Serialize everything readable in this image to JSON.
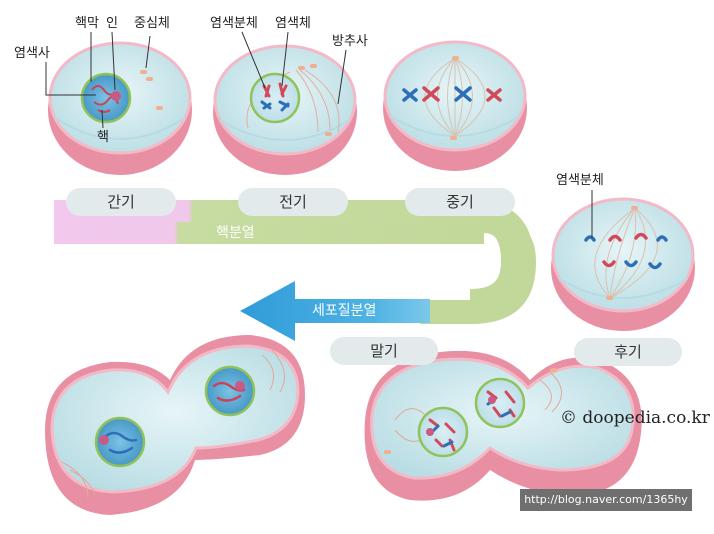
{
  "labels": {
    "nuclear_membrane": "핵막",
    "nucleolus": "인",
    "centrosome": "중심체",
    "chromatin": "염색사",
    "nucleus": "핵",
    "chromatid": "염색분체",
    "chromosome": "염색체",
    "spindle": "방추사",
    "chromatid_anaphase": "염색분체"
  },
  "phases": {
    "interphase": "간기",
    "prophase": "전기",
    "metaphase": "중기",
    "anaphase": "후기",
    "telophase": "말기"
  },
  "bands": {
    "karyokinesis": "핵분열",
    "cytokinesis": "세포질분열"
  },
  "watermark": "© doopedia.co.kr",
  "source_url": "http://blog.naver.com/1365hy",
  "colors": {
    "cytoplasm": "#cfe9ee",
    "membrane": "#e58aa0",
    "nucleus": "#4a9ec8",
    "chromosome_red": "#d24a5a",
    "chromosome_blue": "#2c6fb8",
    "band_pink": "#efc8ec",
    "band_green": "#c4d99a",
    "arrow_blue": "#3aa6dc"
  }
}
